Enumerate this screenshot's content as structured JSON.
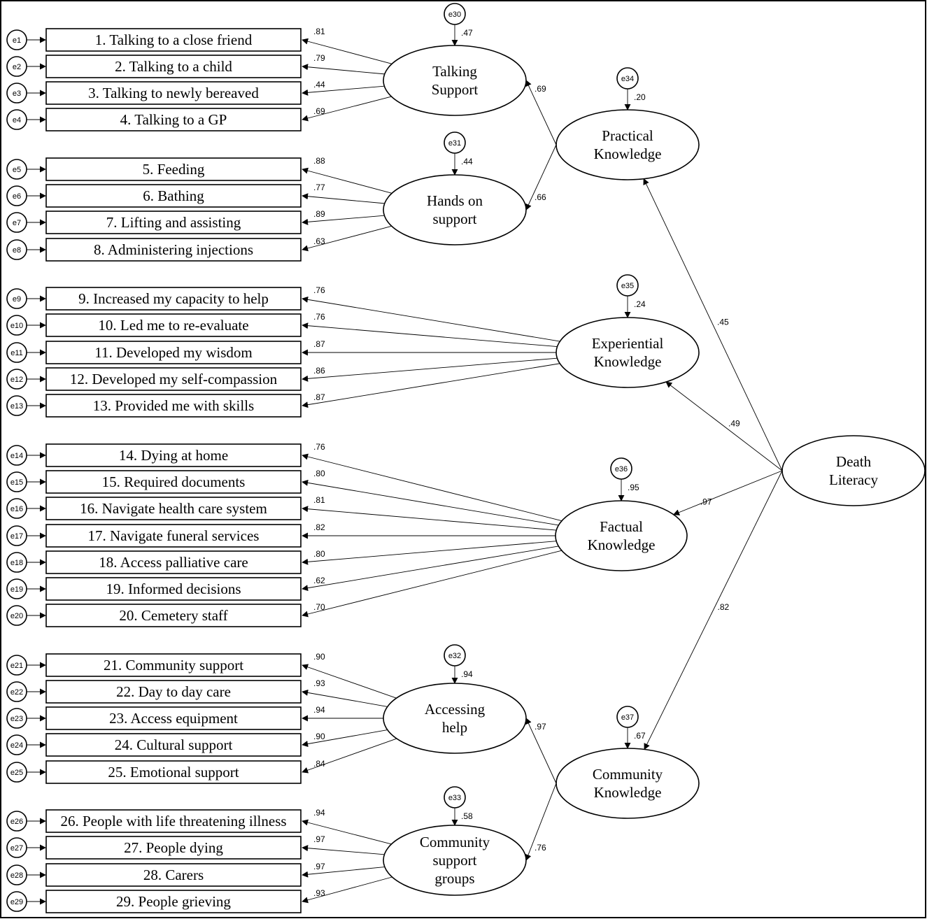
{
  "diagram": {
    "items": [
      {
        "id": 1,
        "label": "1. Talking to a close friend",
        "error": "e1",
        "loading": ".81",
        "factor": "talking_support"
      },
      {
        "id": 2,
        "label": "2. Talking to a child",
        "error": "e2",
        "loading": ".79",
        "factor": "talking_support"
      },
      {
        "id": 3,
        "label": "3. Talking to newly bereaved",
        "error": "e3",
        "loading": ".44",
        "factor": "talking_support"
      },
      {
        "id": 4,
        "label": "4. Talking to a GP",
        "error": "e4",
        "loading": ".69",
        "factor": "talking_support"
      },
      {
        "id": 5,
        "label": "5. Feeding",
        "error": "e5",
        "loading": ".88",
        "factor": "hands_on_support"
      },
      {
        "id": 6,
        "label": "6. Bathing",
        "error": "e6",
        "loading": ".77",
        "factor": "hands_on_support"
      },
      {
        "id": 7,
        "label": "7. Lifting and assisting",
        "error": "e7",
        "loading": ".89",
        "factor": "hands_on_support"
      },
      {
        "id": 8,
        "label": "8. Administering injections",
        "error": "e8",
        "loading": ".63",
        "factor": "hands_on_support"
      },
      {
        "id": 9,
        "label": "9. Increased my capacity to help",
        "error": "e9",
        "loading": ".76",
        "factor": "experiential_knowledge"
      },
      {
        "id": 10,
        "label": "10. Led me to re-evaluate",
        "error": "e10",
        "loading": ".76",
        "factor": "experiential_knowledge"
      },
      {
        "id": 11,
        "label": "11. Developed my wisdom",
        "error": "e11",
        "loading": ".87",
        "factor": "experiential_knowledge"
      },
      {
        "id": 12,
        "label": "12. Developed my self-compassion",
        "error": "e12",
        "loading": ".86",
        "factor": "experiential_knowledge"
      },
      {
        "id": 13,
        "label": "13. Provided me with skills",
        "error": "e13",
        "loading": ".87",
        "factor": "experiential_knowledge"
      },
      {
        "id": 14,
        "label": "14. Dying at home",
        "error": "e14",
        "loading": ".76",
        "factor": "factual_knowledge"
      },
      {
        "id": 15,
        "label": "15. Required documents",
        "error": "e15",
        "loading": ".80",
        "factor": "factual_knowledge"
      },
      {
        "id": 16,
        "label": "16. Navigate health care system",
        "error": "e16",
        "loading": ".81",
        "factor": "factual_knowledge"
      },
      {
        "id": 17,
        "label": "17. Navigate funeral services",
        "error": "e17",
        "loading": ".82",
        "factor": "factual_knowledge"
      },
      {
        "id": 18,
        "label": "18. Access palliative care",
        "error": "e18",
        "loading": ".80",
        "factor": "factual_knowledge"
      },
      {
        "id": 19,
        "label": "19. Informed decisions",
        "error": "e19",
        "loading": ".62",
        "factor": "factual_knowledge"
      },
      {
        "id": 20,
        "label": "20. Cemetery staff",
        "error": "e20",
        "loading": ".70",
        "factor": "factual_knowledge"
      },
      {
        "id": 21,
        "label": "21. Community support",
        "error": "e21",
        "loading": ".90",
        "factor": "accessing_help"
      },
      {
        "id": 22,
        "label": "22. Day to day care",
        "error": "e22",
        "loading": ".93",
        "factor": "accessing_help"
      },
      {
        "id": 23,
        "label": "23. Access equipment",
        "error": "e23",
        "loading": ".94",
        "factor": "accessing_help"
      },
      {
        "id": 24,
        "label": "24. Cultural support",
        "error": "e24",
        "loading": ".90",
        "factor": "accessing_help"
      },
      {
        "id": 25,
        "label": "25. Emotional support",
        "error": "e25",
        "loading": ".84",
        "factor": "accessing_help"
      },
      {
        "id": 26,
        "label": "26. People with life threatening illness",
        "error": "e26",
        "loading": ".94",
        "factor": "community_support_groups"
      },
      {
        "id": 27,
        "label": "27. People dying",
        "error": "e27",
        "loading": ".97",
        "factor": "community_support_groups"
      },
      {
        "id": 28,
        "label": "28. Carers",
        "error": "e28",
        "loading": ".97",
        "factor": "community_support_groups"
      },
      {
        "id": 29,
        "label": "29. People grieving",
        "error": "e29",
        "loading": ".93",
        "factor": "community_support_groups"
      }
    ],
    "factors": {
      "talking_support": {
        "lines": [
          "Talking",
          "Support"
        ],
        "error": "e30",
        "r2": ".47"
      },
      "hands_on_support": {
        "lines": [
          "Hands on",
          "support"
        ],
        "error": "e31",
        "r2": ".44"
      },
      "accessing_help": {
        "lines": [
          "Accessing",
          "help"
        ],
        "error": "e32",
        "r2": ".94"
      },
      "community_support_groups": {
        "lines": [
          "Community",
          "support",
          "groups"
        ],
        "error": "e33",
        "r2": ".58"
      },
      "practical_knowledge": {
        "lines": [
          "Practical",
          "Knowledge"
        ],
        "error": "e34",
        "r2": ".20"
      },
      "experiential_knowledge": {
        "lines": [
          "Experiential",
          "Knowledge"
        ],
        "error": "e35",
        "r2": ".24"
      },
      "factual_knowledge": {
        "lines": [
          "Factual",
          "Knowledge"
        ],
        "error": "e36",
        "r2": ".95"
      },
      "community_knowledge": {
        "lines": [
          "Community",
          "Knowledge"
        ],
        "error": "e37",
        "r2": ".67"
      },
      "death_literacy": {
        "lines": [
          "Death",
          "Literacy"
        ]
      }
    },
    "structural_paths": [
      {
        "from": "practical_knowledge",
        "to": "talking_support",
        "coef": ".69"
      },
      {
        "from": "practical_knowledge",
        "to": "hands_on_support",
        "coef": ".66"
      },
      {
        "from": "community_knowledge",
        "to": "accessing_help",
        "coef": ".97"
      },
      {
        "from": "community_knowledge",
        "to": "community_support_groups",
        "coef": ".76"
      },
      {
        "from": "death_literacy",
        "to": "practical_knowledge",
        "coef": ".45"
      },
      {
        "from": "death_literacy",
        "to": "experiential_knowledge",
        "coef": ".49"
      },
      {
        "from": "death_literacy",
        "to": "factual_knowledge",
        "coef": ".97"
      },
      {
        "from": "death_literacy",
        "to": "community_knowledge",
        "coef": ".82"
      }
    ]
  }
}
